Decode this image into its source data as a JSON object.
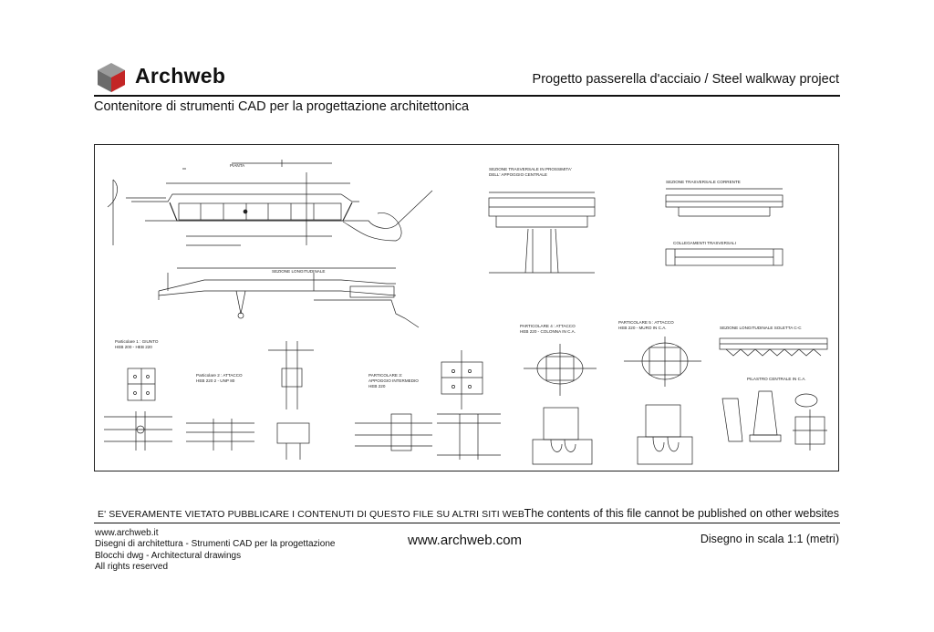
{
  "header": {
    "brand": "Archweb",
    "project_title": "Progetto passerella d'acciaio  /  Steel walkway project",
    "subtitle": "Contenitore di strumenti CAD per la progettazione architettonica"
  },
  "drawing": {
    "labels": {
      "pianta": "PIANTA",
      "sez_long": "SEZIONE LONGITUDINALE",
      "sez_trasv_app_1": "SEZIONE TRASVERSALE IN PROSSIMITA'",
      "sez_trasv_app_2": "DELL' APPOGGIO CENTRALE",
      "sez_trasv_corr": "SEZIONE TRASVERSALE CORRENTE",
      "collegamenti": "COLLEGAMENTI TRASVERSALI",
      "part1_a": "Particolare 1 : GIUNTO",
      "part1_b": "HEB 200 - HEB 220",
      "part2_a": "Particolare 2 : ATTACCO",
      "part2_b": "HEB 220 2 - UNP 80",
      "part3_a": "PARTICOLARE 3:",
      "part3_b": "APPOGGIO INTERMEDIO",
      "part3_c": "HEB 220",
      "part4_a": "PARTICOLARE 4 : ATTACCO",
      "part4_b": "HEB 220 - COLONNA IN C.A.",
      "part5_a": "PARTICOLARE 5 : ATTACCO",
      "part5_b": "HEB 220 - MURO IN C.A.",
      "sez_soletta": "SEZIONE LONGITUDINALE SOLETTA C-C",
      "pilastro": "PILASTRO CENTRALE IN C.A."
    }
  },
  "footer": {
    "warning_it": "E' SEVERAMENTE VIETATO PUBBLICARE I CONTENUTI DI QUESTO FILE SU ALTRI SITI WEB",
    "warning_en": "The contents of this file cannot be published on other websites",
    "left_lines": [
      "www.archweb.it",
      "Disegni di architettura - Strumenti CAD  per la progettazione",
      "Blocchi dwg - Architectural drawings",
      "All rights reserved"
    ],
    "center": "www.archweb.com",
    "scale": "Disegno in scala 1:1 (metri)"
  }
}
